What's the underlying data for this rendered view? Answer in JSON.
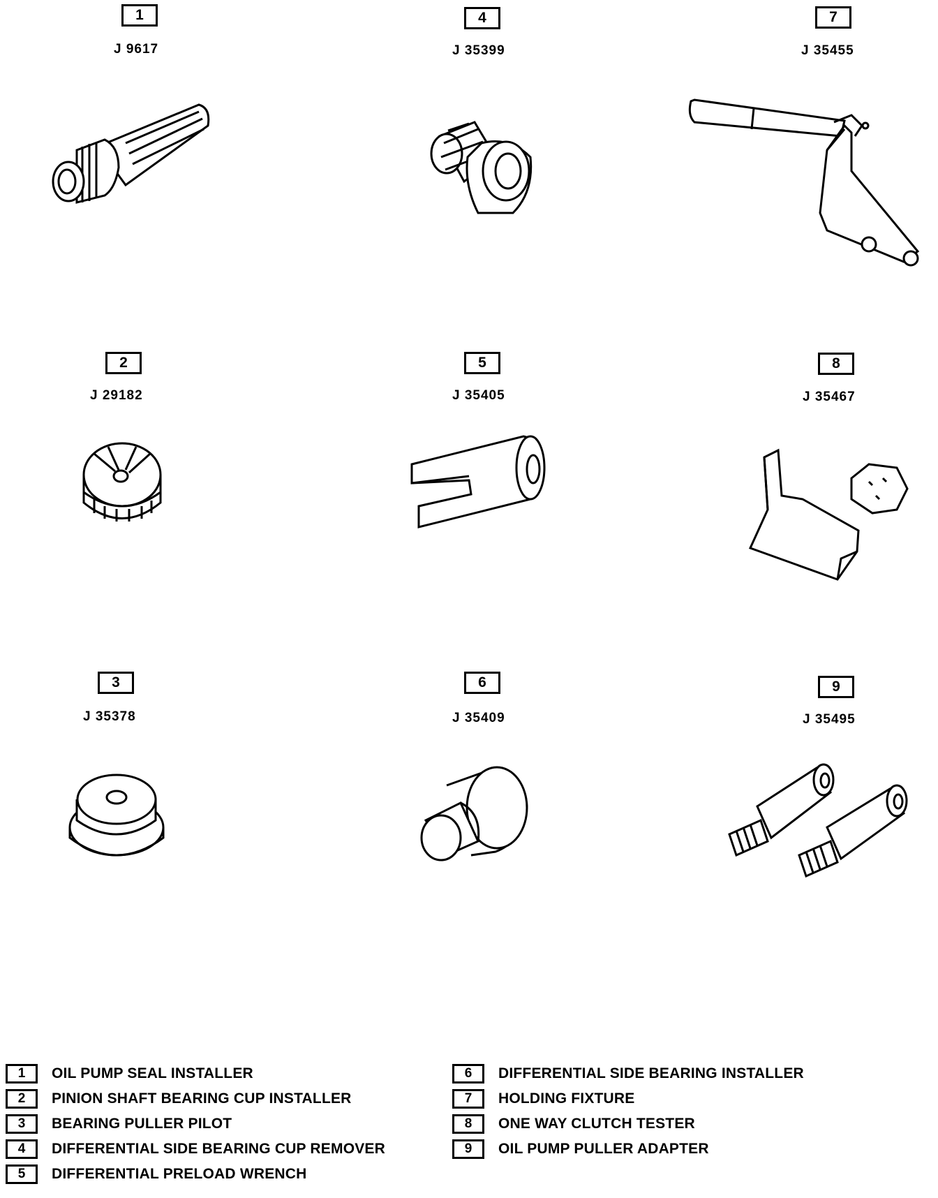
{
  "tools": [
    {
      "num": "1",
      "part": "J 9617"
    },
    {
      "num": "4",
      "part": "J 35399"
    },
    {
      "num": "7",
      "part": "J 35455"
    },
    {
      "num": "2",
      "part": "J 29182"
    },
    {
      "num": "5",
      "part": "J 35405"
    },
    {
      "num": "8",
      "part": "J 35467"
    },
    {
      "num": "3",
      "part": "J 35378"
    },
    {
      "num": "6",
      "part": "J 35409"
    },
    {
      "num": "9",
      "part": "J 35495"
    }
  ],
  "legend": [
    {
      "num": "1",
      "text": "OIL PUMP SEAL INSTALLER"
    },
    {
      "num": "2",
      "text": "PINION SHAFT BEARING CUP INSTALLER"
    },
    {
      "num": "3",
      "text": "BEARING PULLER PILOT"
    },
    {
      "num": "4",
      "text": "DIFFERENTIAL SIDE BEARING CUP REMOVER"
    },
    {
      "num": "5",
      "text": "DIFFERENTIAL PRELOAD WRENCH"
    },
    {
      "num": "6",
      "text": "DIFFERENTIAL SIDE BEARING INSTALLER"
    },
    {
      "num": "7",
      "text": "HOLDING FIXTURE"
    },
    {
      "num": "8",
      "text": "ONE WAY CLUTCH TESTER"
    },
    {
      "num": "9",
      "text": "OIL PUMP PULLER ADAPTER"
    }
  ]
}
